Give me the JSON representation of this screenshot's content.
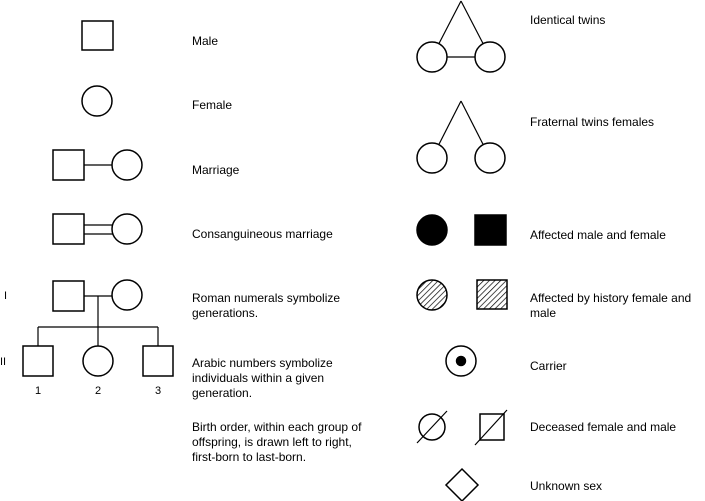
{
  "legend_left": [
    {
      "key": "male",
      "label": "Male"
    },
    {
      "key": "female",
      "label": "Female"
    },
    {
      "key": "marriage",
      "label": "Marriage"
    },
    {
      "key": "consanguineous",
      "label": "Consanguineous marriage"
    },
    {
      "key": "generations",
      "label": "Roman numerals symbolize generations."
    },
    {
      "key": "individuals",
      "label": "Arabic numbers symbolize individuals within a given generation."
    },
    {
      "key": "birth-order",
      "label": "Birth order, within each group of offspring, is drawn left to right, first-born to last-born."
    }
  ],
  "legend_right": [
    {
      "key": "identical-twins",
      "label": "Identical twins"
    },
    {
      "key": "fraternal-twins",
      "label": "Fraternal twins females"
    },
    {
      "key": "affected",
      "label": "Affected male and female"
    },
    {
      "key": "affected-history",
      "label": "Affected by history female and male"
    },
    {
      "key": "carrier",
      "label": "Carrier"
    },
    {
      "key": "deceased",
      "label": "Deceased female and male"
    },
    {
      "key": "unknown-sex",
      "label": "Unknown sex"
    }
  ],
  "generation_labels": [
    "I",
    "II"
  ],
  "individual_numbers": [
    "1",
    "2",
    "3"
  ]
}
